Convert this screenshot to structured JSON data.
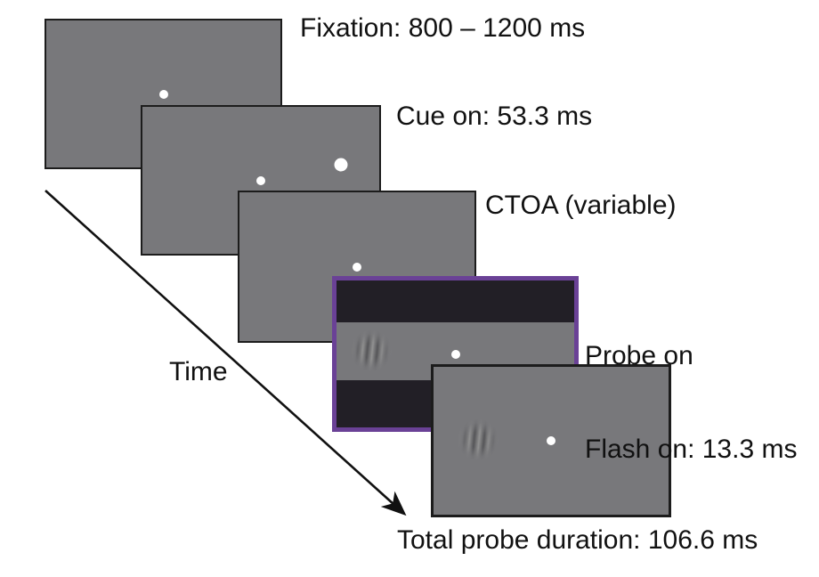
{
  "diagram": {
    "title": "trial-sequence-schematic",
    "labels": {
      "fixation": "Fixation: 800 – 1200 ms",
      "cue": "Cue on: 53.3 ms",
      "ctoa": "CTOA (variable)",
      "probe_line1": "Probe on",
      "probe_line2": "Flash on: 13.3 ms",
      "total_probe": "Total probe duration: 106.6 ms",
      "time_axis": "Time"
    },
    "colors": {
      "screen_gray": "#78787b",
      "screen_border_black": "#1c1c1c",
      "flash_band_black": "#221f26",
      "probe_highlight_purple": "#6a4196",
      "dot_white": "#ffffff",
      "text_black": "#111111",
      "background_white": "#ffffff"
    },
    "screens": [
      {
        "name": "fixation-screen",
        "elements": [
          "fixation-dot"
        ]
      },
      {
        "name": "cue-screen",
        "elements": [
          "fixation-dot",
          "cue-dot"
        ]
      },
      {
        "name": "ctoa-screen",
        "elements": [
          "fixation-dot"
        ]
      },
      {
        "name": "probe-flash-screen",
        "elements": [
          "flash-band-top",
          "gabor-probe",
          "fixation-dot",
          "flash-band-bottom"
        ],
        "highlighted": true
      },
      {
        "name": "probe-screen",
        "elements": [
          "gabor-probe",
          "fixation-dot"
        ]
      }
    ]
  }
}
